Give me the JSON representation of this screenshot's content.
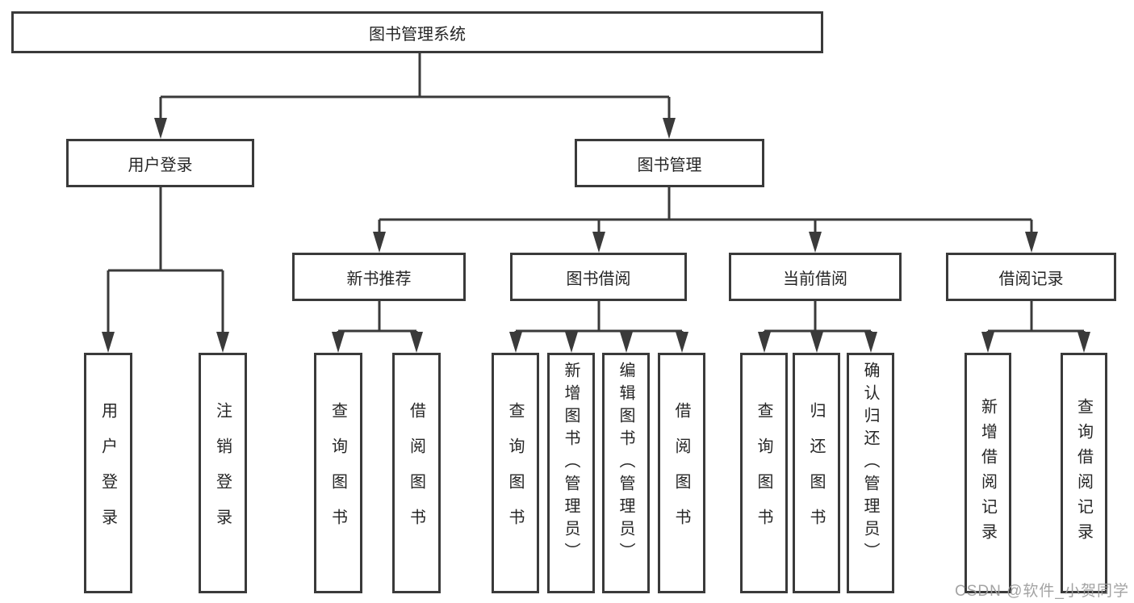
{
  "colors": {
    "line": "#3a3a3a",
    "text": "#262626",
    "watermark": "#9b9b9b",
    "background": "#ffffff"
  },
  "tree": {
    "root": "图书管理系统",
    "branches": [
      {
        "label": "用户登录",
        "children": [
          "用户登录",
          "注销登录"
        ]
      },
      {
        "label": "图书管理",
        "sections": [
          {
            "label": "新书推荐",
            "children": [
              "查询图书",
              "借阅图书"
            ]
          },
          {
            "label": "图书借阅",
            "children": [
              "查询图书",
              "新增图书（管理员）",
              "编辑图书（管理员）",
              "借阅图书"
            ]
          },
          {
            "label": "当前借阅",
            "children": [
              "查询图书",
              "归还图书",
              "确认归还（管理员）"
            ]
          },
          {
            "label": "借阅记录",
            "children": [
              "新增借阅记录",
              "查询借阅记录"
            ]
          }
        ]
      }
    ],
    "watermark": "CSDN @软件_小贺同学"
  }
}
